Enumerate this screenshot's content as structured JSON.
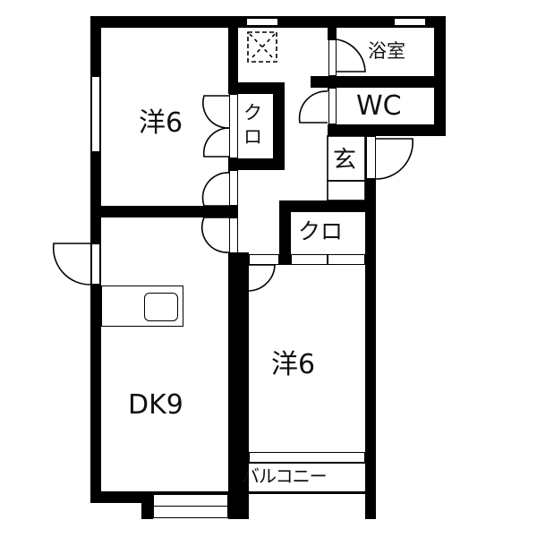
{
  "floor_plan": {
    "rooms": [
      {
        "id": "western-room-1",
        "label": "洋6",
        "type": "Western-style room",
        "size_jo": 6
      },
      {
        "id": "dining-kitchen",
        "label": "DK9",
        "type": "Dining kitchen",
        "size_jo": 9
      },
      {
        "id": "western-room-2",
        "label": "洋6",
        "type": "Western-style room",
        "size_jo": 6
      },
      {
        "id": "closet-1",
        "label": "クロ",
        "type": "Closet"
      },
      {
        "id": "closet-2",
        "label": "クロ",
        "type": "Closet"
      },
      {
        "id": "bathroom",
        "label": "浴室",
        "type": "Bathroom"
      },
      {
        "id": "toilet",
        "label": "WC",
        "type": "Toilet"
      },
      {
        "id": "entrance",
        "label": "玄",
        "type": "Entrance"
      },
      {
        "id": "balcony",
        "label": "バルコニー",
        "type": "Balcony"
      }
    ],
    "labels": {
      "room1": "洋6",
      "closet1_line1": "ク",
      "closet1_line2": "ロ",
      "bath": "浴室",
      "wc": "WC",
      "entrance": "玄",
      "closet2": "クロ",
      "room2": "洋6",
      "dk": "DK9",
      "balcony": "バルコニー"
    },
    "fixtures": [
      "kitchen-counter-with-sink",
      "washing-machine-space"
    ]
  }
}
